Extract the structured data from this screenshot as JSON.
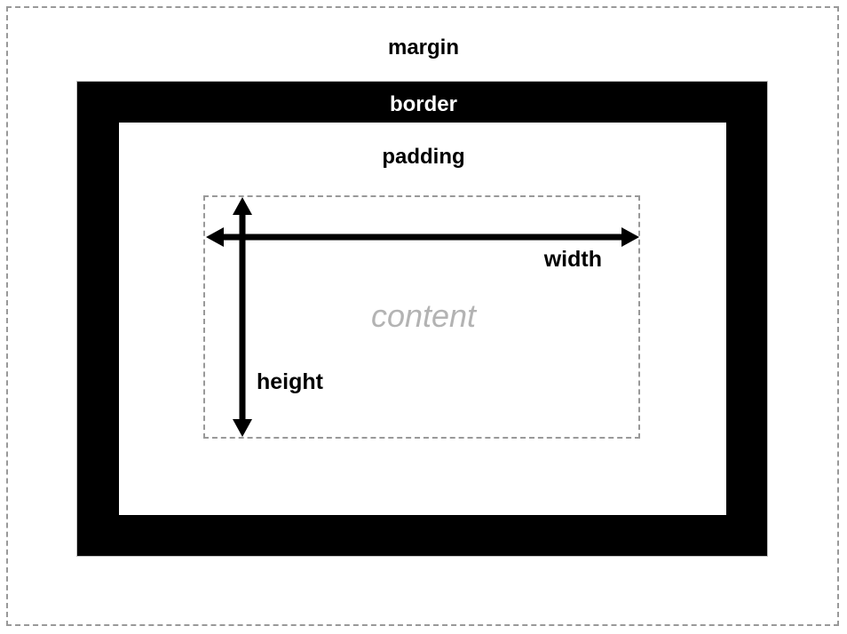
{
  "diagram": {
    "name": "css-box-model",
    "labels": {
      "margin": "margin",
      "border": "border",
      "padding": "padding",
      "content": "content",
      "width": "width",
      "height": "height"
    }
  },
  "colors": {
    "background": "#ffffff",
    "border_fill": "#000000",
    "label_text": "#000000",
    "border_label_text": "#ffffff",
    "dash_gray": "#999999",
    "content_text": "#b3b3b3",
    "arrow": "#000000"
  }
}
